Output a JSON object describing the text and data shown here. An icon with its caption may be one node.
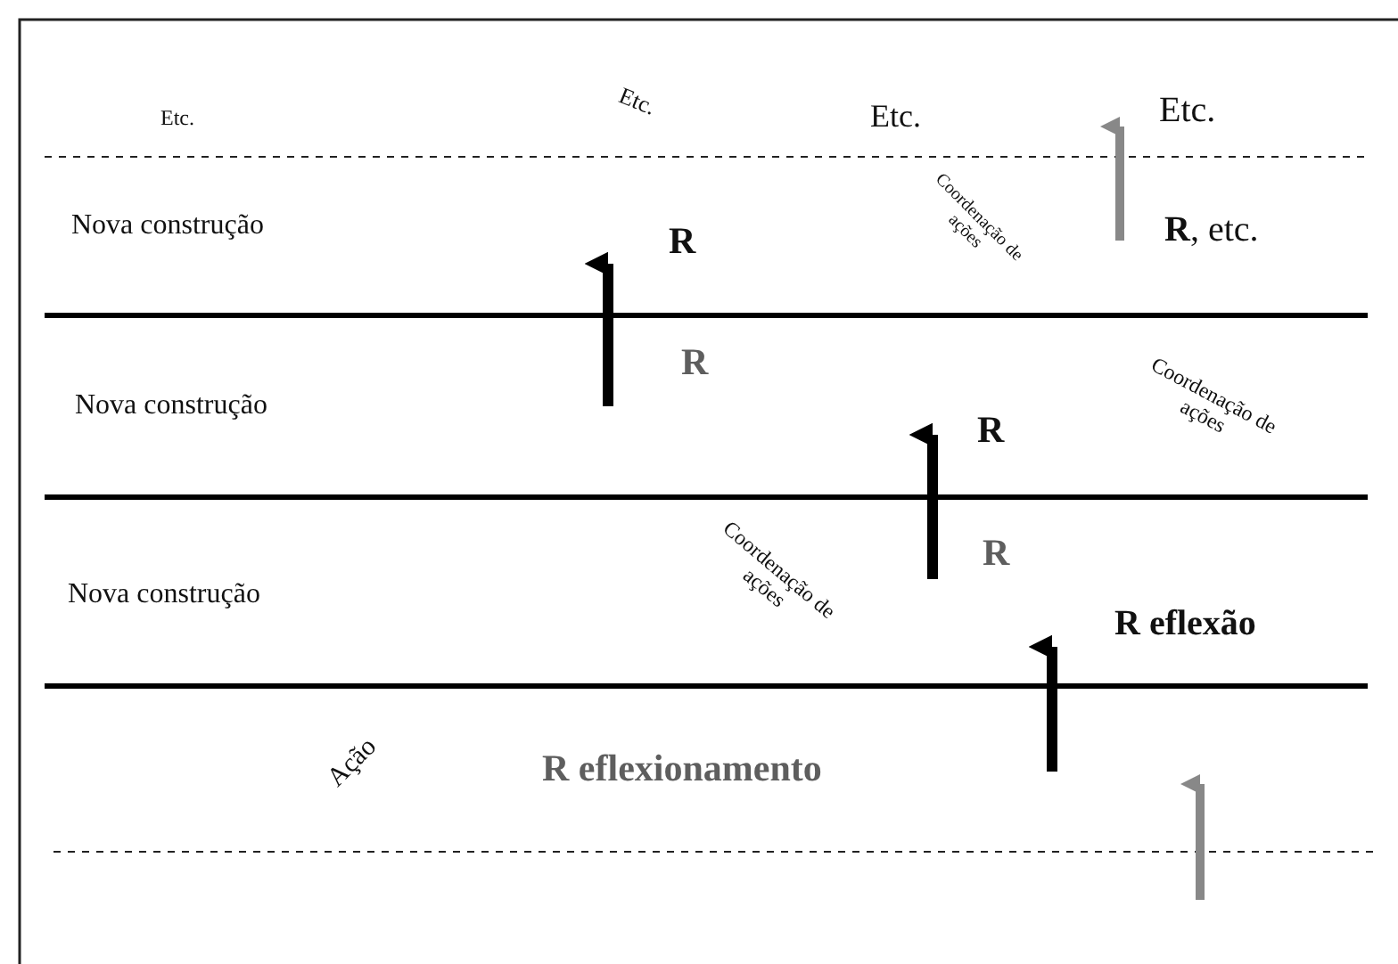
{
  "diagram": {
    "labels": [
      "Etc.",
      "Etc.",
      "Etc.",
      "Etc.",
      "Nova construção",
      "Coordenação de ações",
      "R",
      "**R**, etc.",
      "R",
      "Nova construção",
      "Coordenação de ações",
      "R",
      "R",
      "Nova construção",
      "Coordenação de ações",
      "R eflexão",
      "Ação",
      "R eflexionamento"
    ]
  }
}
